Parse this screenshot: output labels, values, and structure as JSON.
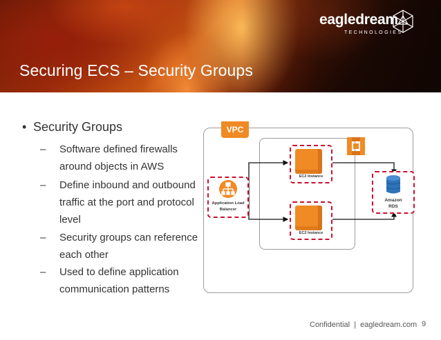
{
  "header": {
    "title": "Securing ECS – Security Groups",
    "logo": {
      "word": "eagledream",
      "sub": "TECHNOLOGIES"
    }
  },
  "content": {
    "main_bullet": "Security Groups",
    "bullet_marker": "•",
    "dash": "–",
    "sub_bullets": [
      [
        "Software defined firewalls",
        "around objects in AWS"
      ],
      [
        "Define inbound and outbound",
        "traffic at the port and protocol",
        "level"
      ],
      [
        "Security groups can reference",
        "each other"
      ],
      [
        "Used to define application",
        "communication patterns"
      ]
    ]
  },
  "diagram": {
    "vpc_label": "VPC",
    "alb_label": [
      "Application Load",
      "Balancer"
    ],
    "ec2_top_label": "EC2 Instance",
    "ec2_bottom_label": "EC2 Instance",
    "rds_label": [
      "Amazon",
      "RDS"
    ],
    "colors": {
      "aws_orange": "#f08a24",
      "security_group_red": "#c8102e",
      "rds_blue": "#2e73b8"
    },
    "icons": [
      "load-balancer-icon",
      "ec2-icon",
      "rds-database-icon",
      "auto-scaling-icon"
    ]
  },
  "footer": {
    "text": "Confidential  |  eagledream.com",
    "page": "9"
  }
}
